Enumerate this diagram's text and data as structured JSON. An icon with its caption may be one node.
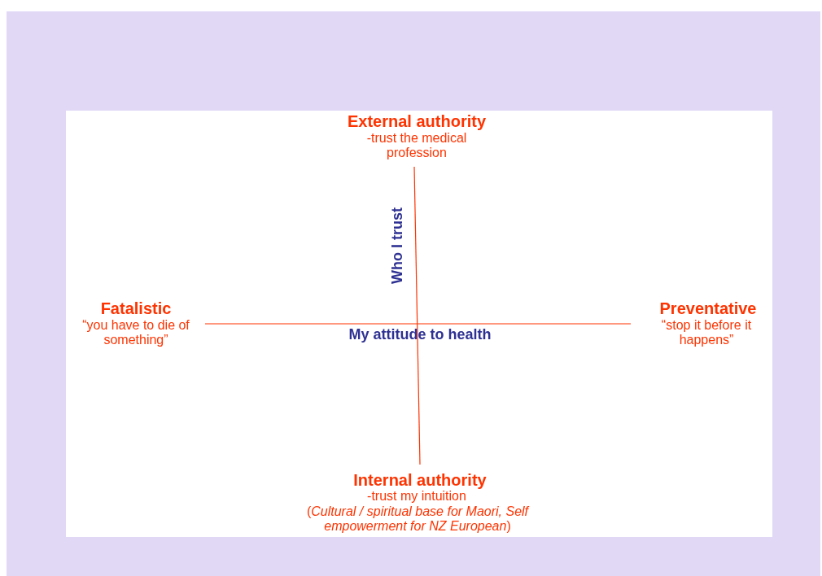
{
  "diagram": {
    "labels": [
      "External authority",
      "-trust the medical profession",
      "Who I trust",
      "Fatalistic",
      "“you have to die of something”",
      "Preventative",
      "“stop it before it happens”",
      "My attitude to health",
      "Internal authority",
      "-trust my intuition",
      "(*Cultural / spiritual base for Maori, Self empowerment for NZ European*)"
    ]
  }
}
